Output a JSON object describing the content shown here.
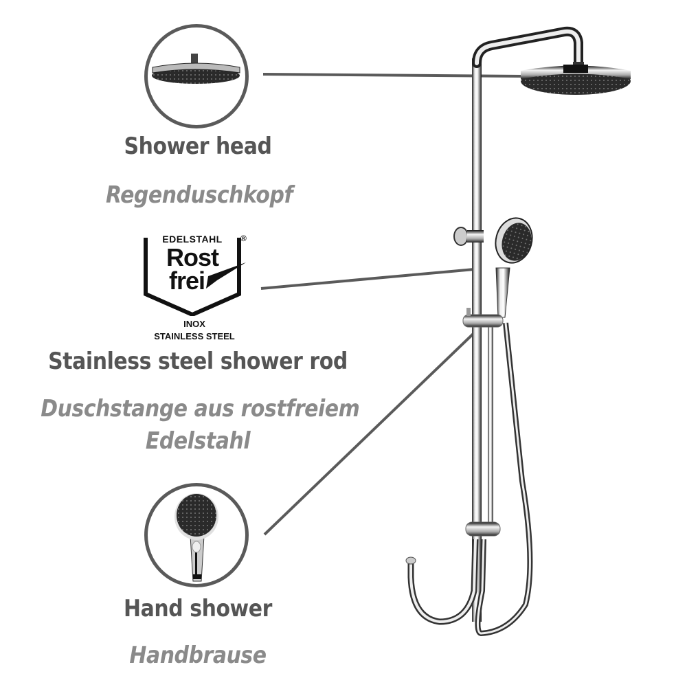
{
  "callouts": [
    {
      "id": "shower-head",
      "title": "Shower head",
      "subtitle": "Regenduschkopf",
      "icon": "shower-head-icon"
    },
    {
      "id": "shower-rod",
      "title": "Stainless steel shower rod",
      "subtitle_line1": "Duschstange aus rostfreiem",
      "subtitle_line2": "Edelstahl",
      "icon": "rostfrei-badge-icon"
    },
    {
      "id": "hand-shower",
      "title": "Hand shower",
      "subtitle": "Handbrause",
      "icon": "hand-shower-icon"
    }
  ],
  "badge": {
    "top": "EDELSTAHL",
    "registered": "®",
    "line1": "Rost",
    "line2": "frei",
    "inox": "INOX",
    "stainless": "STAINLESS STEEL"
  },
  "colors": {
    "title": "#555555",
    "subtitle": "#8a8a8a",
    "leader_line": "#5a5a5a",
    "chrome_dark": "#1a1a1a"
  }
}
